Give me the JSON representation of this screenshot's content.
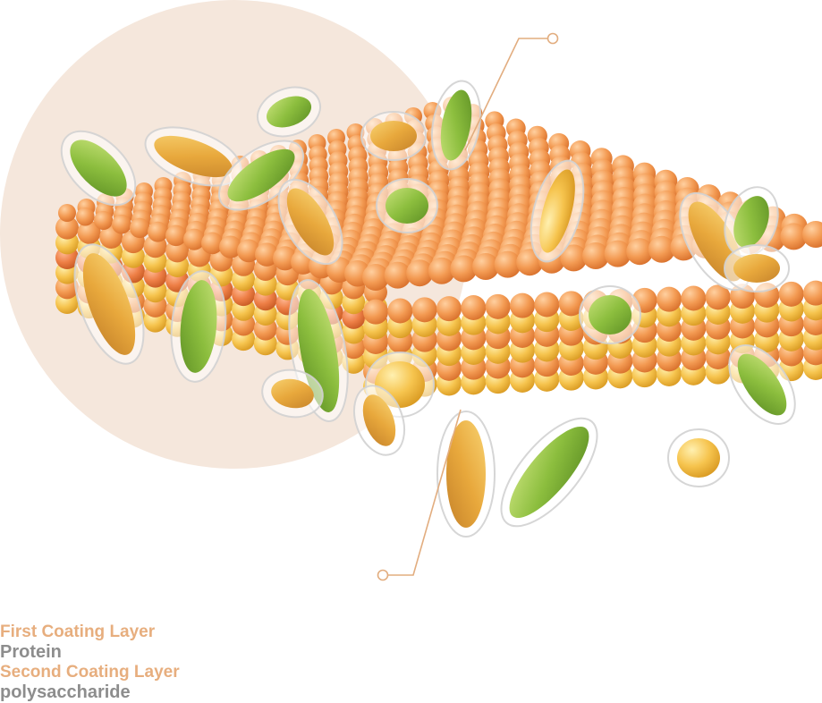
{
  "labels": {
    "first": {
      "title": "First Coating Layer",
      "subtitle": "Protein"
    },
    "second": {
      "title": "Second Coating Layer",
      "subtitle": "polysaccharide"
    }
  },
  "colors": {
    "label_title": "#e7ae7e",
    "label_sub": "#8d8d8d",
    "leader_line": "#e2ad7f",
    "background_circle": "#f5e7dc",
    "particle_orange": "#f0924a",
    "particle_yellow": "#f5c34e",
    "bacteria_green": "#8cbe3e",
    "bacteria_yellow": "#e8b040",
    "capsule_shell": "#ffffff"
  },
  "illustration": {
    "subject": "coated-particle-slab",
    "elements": [
      "background-circle",
      "particle-slab",
      "probiotic-bacteria",
      "coating-capsules"
    ]
  }
}
